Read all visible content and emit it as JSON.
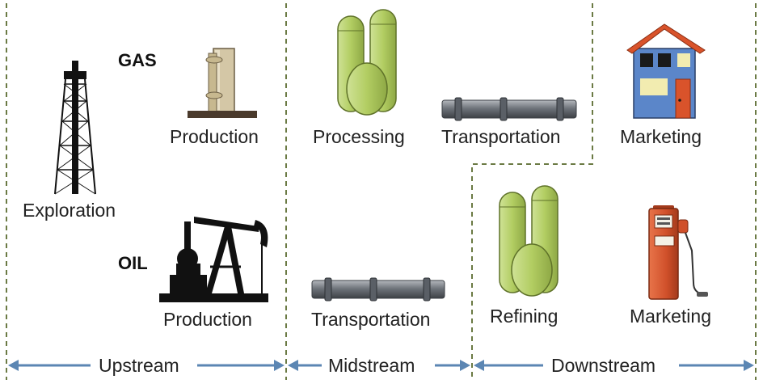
{
  "categories": {
    "gas": "GAS",
    "oil": "OIL"
  },
  "stages": {
    "exploration": "Exploration",
    "gas_production": "Production",
    "gas_processing": "Processing",
    "gas_transportation": "Transportation",
    "gas_marketing": "Marketing",
    "oil_production": "Production",
    "oil_transportation": "Transportation",
    "oil_refining": "Refining",
    "oil_marketing": "Marketing"
  },
  "segments": {
    "upstream": "Upstream",
    "midstream": "Midstream",
    "downstream": "Downstream"
  },
  "icons": {
    "exploration": "drilling-rig-icon",
    "gas_production": "wellhead-icon",
    "gas_processing": "storage-tanks-icon",
    "gas_transportation": "pipeline-icon",
    "gas_marketing": "house-icon",
    "oil_production": "pumpjack-icon",
    "oil_transportation": "pipeline-icon",
    "oil_refining": "storage-tanks-icon",
    "oil_marketing": "fuel-pump-icon"
  },
  "colors": {
    "divider": "#6b7a44",
    "arrow": "#5b86b3",
    "tank": "#b5d06a",
    "pipe": "#7a7f86",
    "house": "#5b86c9",
    "roof": "#d9532b",
    "pump": "#d9532b"
  }
}
